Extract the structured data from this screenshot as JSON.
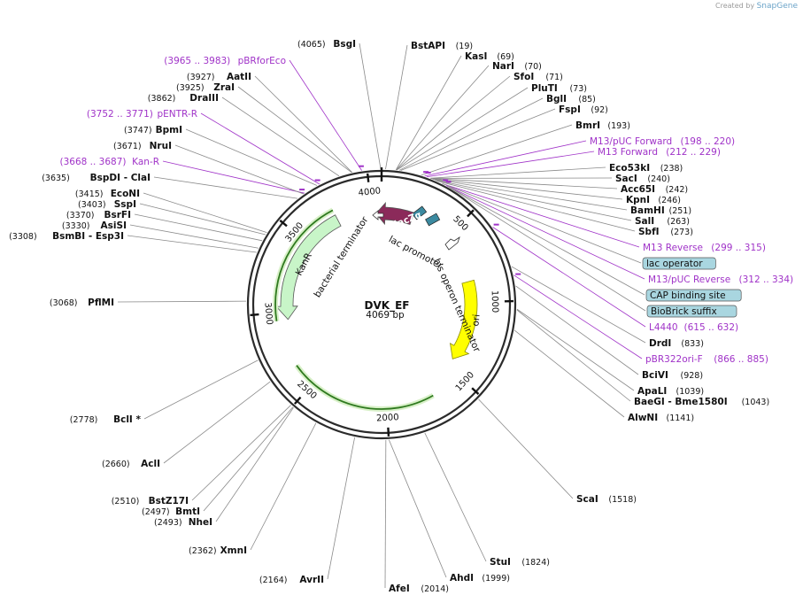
{
  "credit": {
    "created_by": "Created by",
    "brand": "SnapGene"
  },
  "plasmid": {
    "name": "DVK_EF",
    "size_label": "4069 bp",
    "length": 4069
  },
  "ticks": [
    "500",
    "1000",
    "1500",
    "2000",
    "2500",
    "3000",
    "3500",
    "4000"
  ],
  "colors": {
    "primer": "#a033c8",
    "backbone": "#333333",
    "lacZ": "#8b2a5a",
    "ori": "#ffff00",
    "KanR": "#c8f5c8",
    "terminator": "#3a8a2a",
    "box_fill": "#a9d6e0"
  },
  "features": [
    {
      "name": "lacZα",
      "start": 4029,
      "end": 220,
      "kind": "arrow",
      "strand": -1,
      "color": "#8b2a5a"
    },
    {
      "name": "lac promoter",
      "start": 238,
      "end": 268,
      "kind": "small"
    },
    {
      "name": "his operon terminator",
      "start": 330,
      "end": 370,
      "kind": "small"
    },
    {
      "name": "ori",
      "start": 850,
      "end": 1440,
      "kind": "arrow",
      "strand": 1,
      "color": "#ffff00"
    },
    {
      "name": "KanR",
      "start": 2950,
      "end": 3760,
      "kind": "arrow",
      "strand": -1,
      "color": "#c8f5c8"
    },
    {
      "name": "bacterial terminator",
      "start": 2950,
      "end": 3760,
      "kind": "terminator"
    },
    {
      "name": "",
      "start": 1700,
      "end": 2650,
      "kind": "terminator_only"
    }
  ],
  "inner_labels": {
    "lacZ": "lacZα",
    "lac_promoter": "lac promoter",
    "his_terminator": "his operon terminator",
    "ori": "ori",
    "KanR": "KanR",
    "bact_term": "bacterial terminator"
  },
  "labels": [
    {
      "name": "BsgI",
      "pos": "(4065)",
      "bp": 4065,
      "color": "enz",
      "align": "end"
    },
    {
      "name": "BstAPI",
      "pos": "(19)",
      "bp": 19,
      "color": "enz",
      "align": "start"
    },
    {
      "name": "KasI",
      "pos": "(69)",
      "bp": 69,
      "color": "enz",
      "align": "start"
    },
    {
      "name": "NarI",
      "pos": "(70)",
      "bp": 70,
      "color": "enz",
      "align": "start"
    },
    {
      "name": "SfoI",
      "pos": "(71)",
      "bp": 71,
      "color": "enz",
      "align": "start"
    },
    {
      "name": "PluTI",
      "pos": "(73)",
      "bp": 73,
      "color": "enz",
      "align": "start"
    },
    {
      "name": "BglI",
      "pos": "(85)",
      "bp": 85,
      "color": "enz",
      "align": "start"
    },
    {
      "name": "FspI",
      "pos": "(92)",
      "bp": 92,
      "color": "enz",
      "align": "start"
    },
    {
      "name": "BmrI",
      "pos": "(193)",
      "bp": 193,
      "color": "enz",
      "align": "start"
    },
    {
      "name": "M13/pUC Forward",
      "pos": "(198 .. 220)",
      "bp": 209,
      "color": "primer",
      "align": "start"
    },
    {
      "name": "M13 Forward",
      "pos": "(212 .. 229)",
      "bp": 220,
      "color": "primer",
      "align": "start"
    },
    {
      "name": "Eco53kI",
      "pos": "(238)",
      "bp": 238,
      "color": "enz",
      "align": "start"
    },
    {
      "name": "SacI",
      "pos": "(240)",
      "bp": 240,
      "color": "enz",
      "align": "start"
    },
    {
      "name": "Acc65I",
      "pos": "(242)",
      "bp": 242,
      "color": "enz",
      "align": "start"
    },
    {
      "name": "KpnI",
      "pos": "(246)",
      "bp": 246,
      "color": "enz",
      "align": "start"
    },
    {
      "name": "BamHI",
      "pos": "(251)",
      "bp": 251,
      "color": "enz",
      "align": "start"
    },
    {
      "name": "SalI",
      "pos": "(263)",
      "bp": 263,
      "color": "enz",
      "align": "start"
    },
    {
      "name": "SbfI",
      "pos": "(273)",
      "bp": 273,
      "color": "enz",
      "align": "start"
    },
    {
      "name": "M13 Reverse",
      "pos": "(299 .. 315)",
      "bp": 307,
      "color": "primer",
      "align": "start"
    },
    {
      "name": "lac operator",
      "pos": "",
      "bp": 300,
      "color": "box",
      "align": "start"
    },
    {
      "name": "M13/pUC Reverse",
      "pos": "(312 .. 334)",
      "bp": 323,
      "color": "primer",
      "align": "start"
    },
    {
      "name": "CAP binding site",
      "pos": "",
      "bp": 330,
      "color": "box",
      "align": "start"
    },
    {
      "name": "BioBrick suffix",
      "pos": "",
      "bp": 340,
      "color": "box",
      "align": "start"
    },
    {
      "name": "L4440",
      "pos": "(615 .. 632)",
      "bp": 623,
      "color": "primer",
      "align": "start"
    },
    {
      "name": "DrdI",
      "pos": "(833)",
      "bp": 833,
      "color": "enz",
      "align": "start"
    },
    {
      "name": "pBR322ori-F",
      "pos": "(866 .. 885)",
      "bp": 875,
      "color": "primer",
      "align": "start"
    },
    {
      "name": "BciVI",
      "pos": "(928)",
      "bp": 928,
      "color": "enz",
      "align": "start"
    },
    {
      "name": "ApaLI",
      "pos": "(1039)",
      "bp": 1039,
      "color": "enz",
      "align": "start"
    },
    {
      "name": "BaeGI - Bme1580I",
      "pos": "(1043)",
      "bp": 1043,
      "color": "enz",
      "align": "start"
    },
    {
      "name": "AlwNI",
      "pos": "(1141)",
      "bp": 1141,
      "color": "enz",
      "align": "start"
    },
    {
      "name": "ScaI",
      "pos": "(1518)",
      "bp": 1518,
      "color": "enz",
      "align": "start"
    },
    {
      "name": "StuI",
      "pos": "(1824)",
      "bp": 1824,
      "color": "enz",
      "align": "start"
    },
    {
      "name": "AhdI",
      "pos": "(1999)",
      "bp": 1999,
      "color": "enz",
      "align": "start"
    },
    {
      "name": "AfeI",
      "pos": "(2014)",
      "bp": 2014,
      "color": "enz",
      "align": "start"
    },
    {
      "name": "AvrII",
      "pos": "(2164)",
      "bp": 2164,
      "color": "enz",
      "align": "end"
    },
    {
      "name": "XmnI",
      "pos": "(2362)",
      "bp": 2362,
      "color": "enz",
      "align": "end"
    },
    {
      "name": "NheI",
      "pos": "(2493)",
      "bp": 2493,
      "color": "enz",
      "align": "end"
    },
    {
      "name": "BmtI",
      "pos": "(2497)",
      "bp": 2497,
      "color": "enz",
      "align": "end"
    },
    {
      "name": "BstZ17I",
      "pos": "(2510)",
      "bp": 2510,
      "color": "enz",
      "align": "end"
    },
    {
      "name": "AclI",
      "pos": "(2660)",
      "bp": 2660,
      "color": "enz",
      "align": "end"
    },
    {
      "name": "BclI *",
      "pos": "(2778)",
      "bp": 2778,
      "color": "enz",
      "align": "end"
    },
    {
      "name": "PflMI",
      "pos": "(3068)",
      "bp": 3068,
      "color": "enz",
      "align": "end"
    },
    {
      "name": "BsmBI - Esp3I",
      "pos": "(3308)",
      "bp": 3308,
      "color": "enz",
      "align": "end"
    },
    {
      "name": "AsiSI",
      "pos": "(3330)",
      "bp": 3330,
      "color": "enz",
      "align": "end"
    },
    {
      "name": "BsrFI",
      "pos": "(3370)",
      "bp": 3370,
      "color": "enz",
      "align": "end"
    },
    {
      "name": "SspI",
      "pos": "(3403)",
      "bp": 3403,
      "color": "enz",
      "align": "end"
    },
    {
      "name": "EcoNI",
      "pos": "(3415)",
      "bp": 3415,
      "color": "enz",
      "align": "end"
    },
    {
      "name": "BspDI - ClaI",
      "pos": "(3635)",
      "bp": 3635,
      "color": "enz",
      "align": "end"
    },
    {
      "name": "Kan-R",
      "pos": "(3668 .. 3687)",
      "bp": 3677,
      "color": "primer",
      "align": "end"
    },
    {
      "name": "NruI",
      "pos": "(3671)",
      "bp": 3671,
      "color": "enz",
      "align": "end"
    },
    {
      "name": "BpmI",
      "pos": "(3747)",
      "bp": 3747,
      "color": "enz",
      "align": "end"
    },
    {
      "name": "pENTR-R",
      "pos": "(3752 .. 3771)",
      "bp": 3761,
      "color": "primer",
      "align": "end"
    },
    {
      "name": "DraIII",
      "pos": "(3862)",
      "bp": 3862,
      "color": "enz",
      "align": "end"
    },
    {
      "name": "ZraI",
      "pos": "(3925)",
      "bp": 3925,
      "color": "enz",
      "align": "end"
    },
    {
      "name": "AatII",
      "pos": "(3927)",
      "bp": 3927,
      "color": "enz",
      "align": "end"
    },
    {
      "name": "pBRforEco",
      "pos": "(3965 .. 3983)",
      "bp": 3974,
      "color": "primer",
      "align": "end"
    }
  ]
}
